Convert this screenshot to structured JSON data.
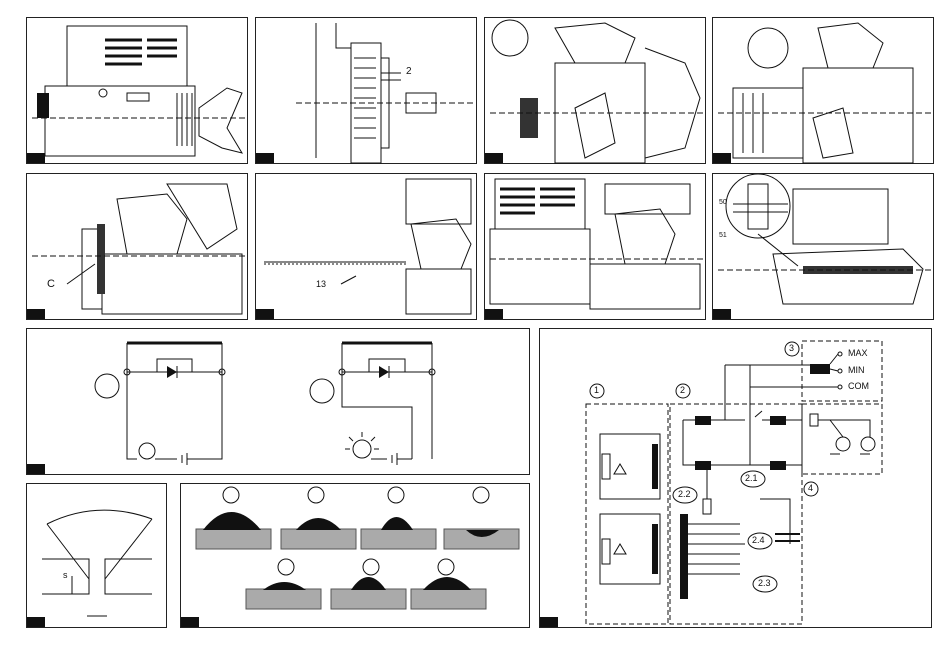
{
  "callouts": {
    "p2_dim": "2",
    "p5_part": "C",
    "p6_part": "13",
    "p8_top": "50",
    "p8_bottom": "51"
  },
  "wiring": {
    "blocks": [
      "1",
      "2",
      "3",
      "4"
    ],
    "sub": [
      "2.1",
      "2.2",
      "2.3",
      "2.4"
    ],
    "switch_labels": [
      "MAX",
      "MIN",
      "COM"
    ]
  },
  "weld": {
    "dim": "s"
  }
}
